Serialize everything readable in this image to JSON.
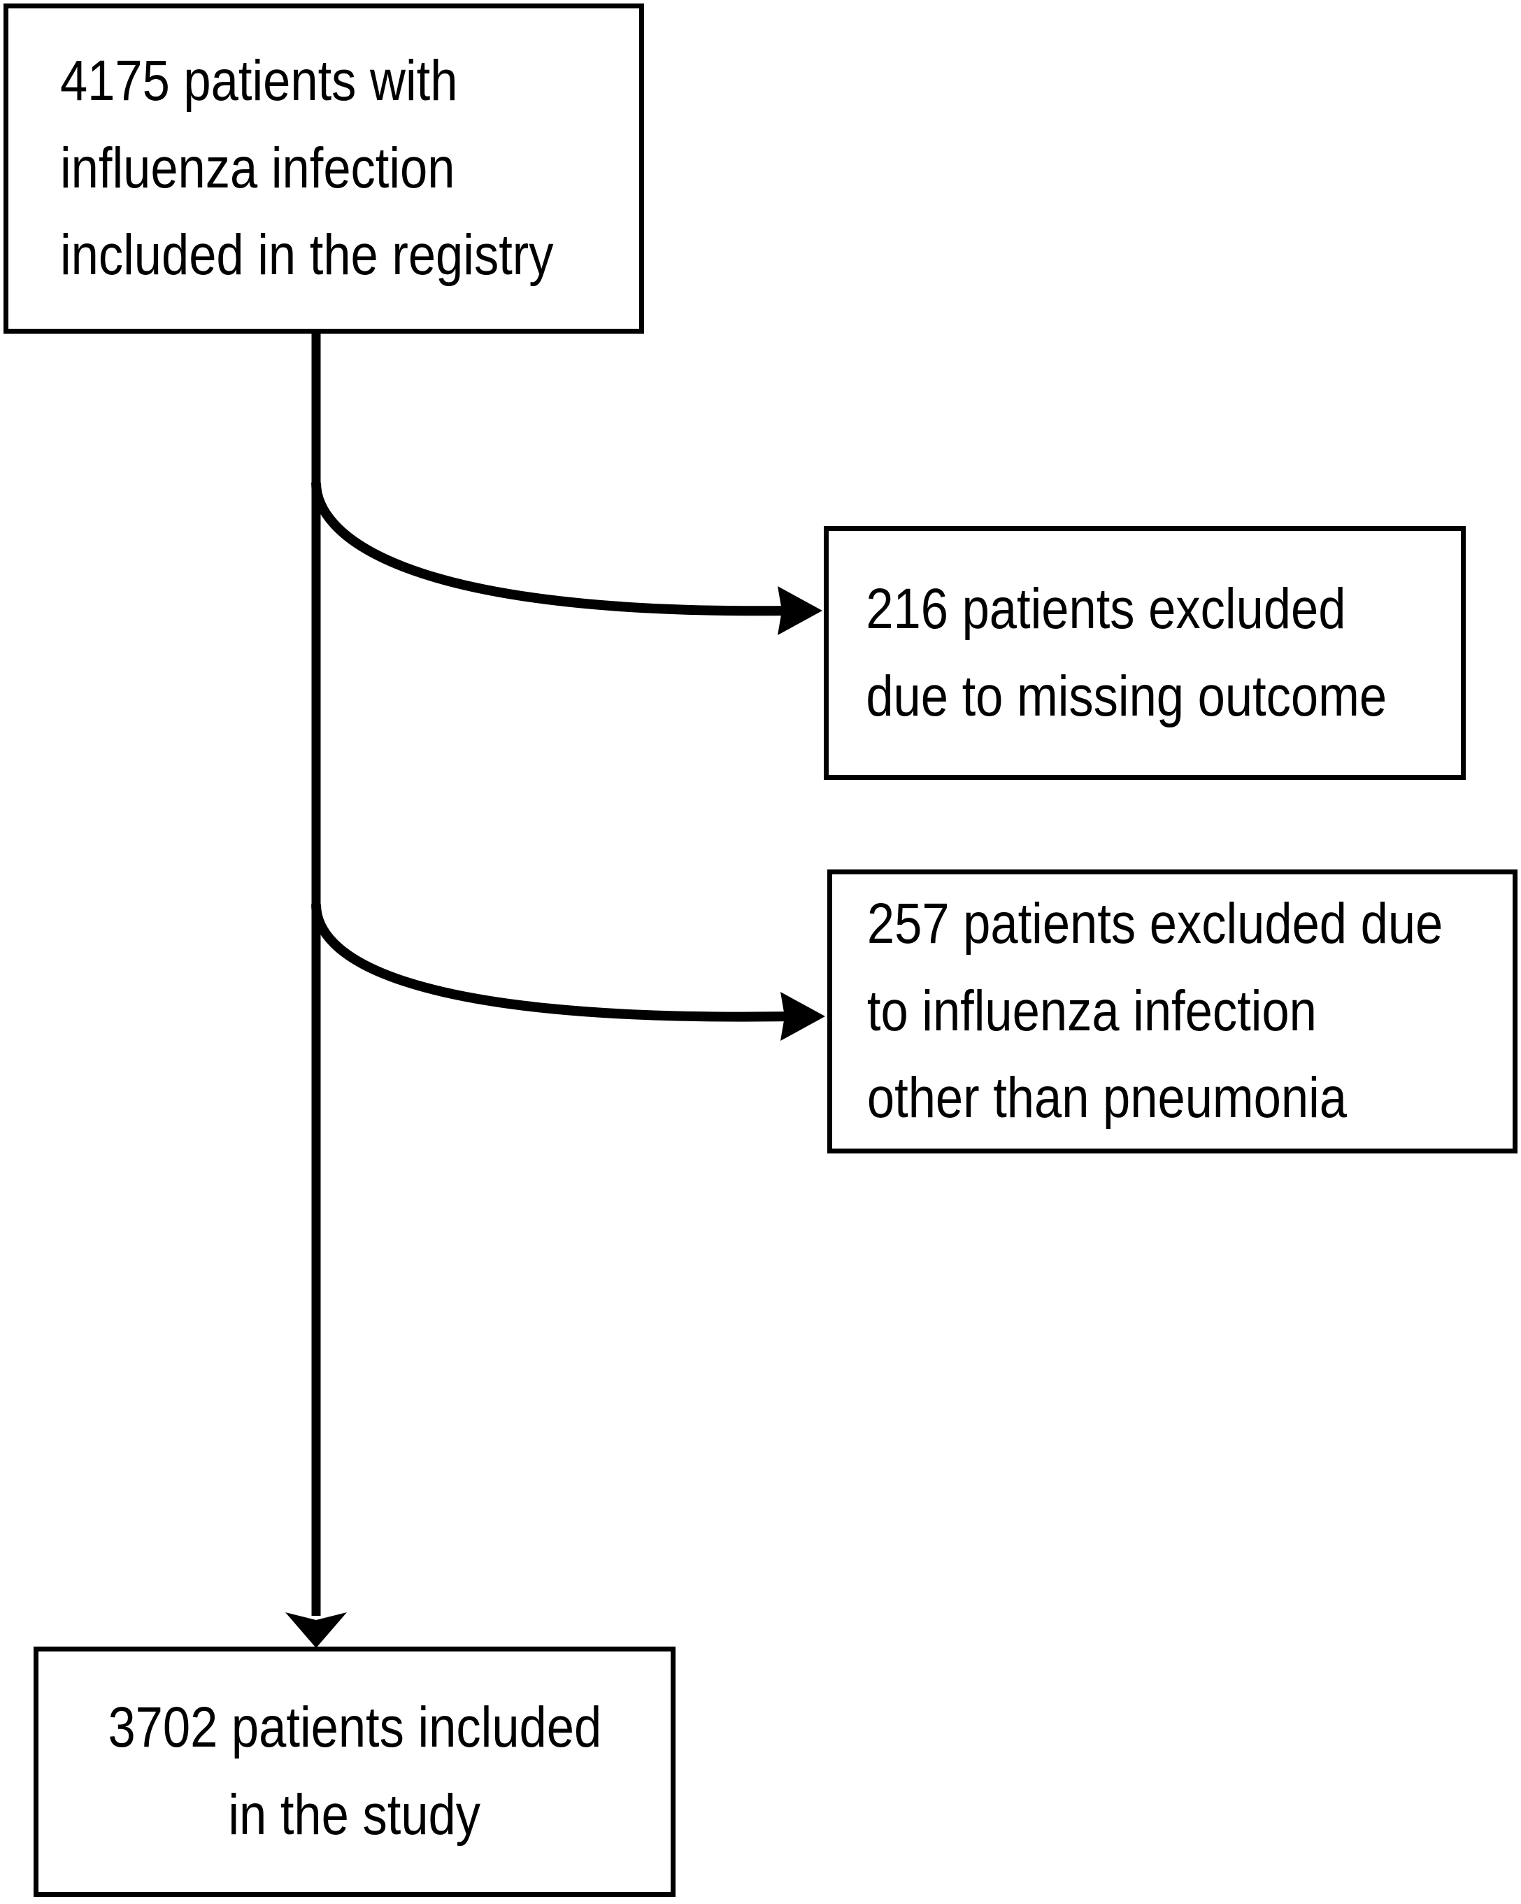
{
  "diagram": {
    "type": "patient-flow-diagram",
    "accent_color": "#000000",
    "background_color": "#ffffff",
    "nodes": [
      {
        "id": "source",
        "role": "source",
        "lines": [
          "4175 patients with",
          "influenza infection",
          "included in the registry"
        ]
      },
      {
        "id": "exclusion-1",
        "role": "exclusion",
        "lines": [
          "216 patients excluded",
          "due to missing outcome"
        ]
      },
      {
        "id": "exclusion-2",
        "role": "exclusion",
        "lines": [
          "257 patients excluded due",
          "to influenza infection",
          "other than pneumonia"
        ]
      },
      {
        "id": "included",
        "role": "result",
        "lines": [
          "3702 patients included",
          "in the study"
        ]
      }
    ],
    "edges": [
      {
        "id": "edge-source-to-exclusion-1",
        "from": "source",
        "to": "exclusion-1",
        "style": "curved-arrow"
      },
      {
        "id": "edge-source-to-exclusion-2",
        "from": "source",
        "to": "exclusion-2",
        "style": "curved-arrow"
      },
      {
        "id": "edge-source-to-included",
        "from": "source",
        "to": "included",
        "style": "straight-arrow"
      }
    ]
  }
}
